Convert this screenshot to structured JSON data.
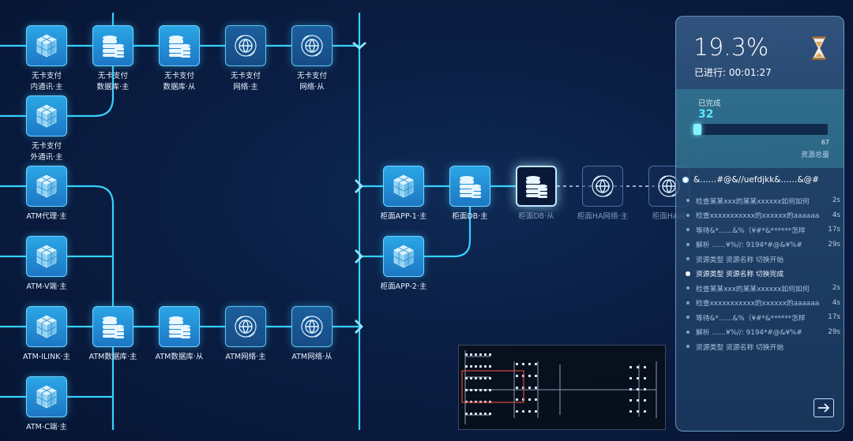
{
  "topology": {
    "rows": [
      {
        "name": "cardless-internal",
        "lines": [
          "无卡支付",
          "内通讯·主"
        ],
        "type": "cube"
      },
      {
        "name": "cardless-db-primary",
        "lines": [
          "无卡支付",
          "数据库·主"
        ],
        "type": "db"
      },
      {
        "name": "cardless-db-replica",
        "lines": [
          "无卡支付",
          "数据库·从"
        ],
        "type": "db"
      },
      {
        "name": "cardless-net-primary",
        "lines": [
          "无卡支付",
          "网络·主"
        ],
        "type": "net"
      },
      {
        "name": "cardless-net-replica",
        "lines": [
          "无卡支付",
          "网络·从"
        ],
        "type": "net"
      },
      {
        "name": "cardless-external",
        "lines": [
          "无卡支付",
          "外通讯·主"
        ],
        "type": "cube"
      },
      {
        "name": "atm-proxy",
        "lines": [
          "ATM代理·主"
        ],
        "type": "cube"
      },
      {
        "name": "atm-v",
        "lines": [
          "ATM-V端·主"
        ],
        "type": "cube"
      },
      {
        "name": "atm-ilink",
        "lines": [
          "ATM-ILINK·主"
        ],
        "type": "cube"
      },
      {
        "name": "atm-db-primary",
        "lines": [
          "ATM数据库·主"
        ],
        "type": "db"
      },
      {
        "name": "atm-db-replica",
        "lines": [
          "ATM数据库·从"
        ],
        "type": "db"
      },
      {
        "name": "atm-net-primary",
        "lines": [
          "ATM网络·主"
        ],
        "type": "net"
      },
      {
        "name": "atm-net-replica",
        "lines": [
          "ATM网络·从"
        ],
        "type": "net"
      },
      {
        "name": "atm-c",
        "lines": [
          "ATM-C端·主"
        ],
        "type": "cube"
      },
      {
        "name": "counter-app-1",
        "lines": [
          "柜面APP-1·主"
        ],
        "type": "cube"
      },
      {
        "name": "counter-db-primary",
        "lines": [
          "柜面DB·主"
        ],
        "type": "db"
      },
      {
        "name": "counter-db-replica",
        "lines": [
          "柜面DB·从"
        ],
        "type": "db"
      },
      {
        "name": "counter-ha-net",
        "lines": [
          "柜面HA网络·主"
        ],
        "type": "net"
      },
      {
        "name": "counter-ha-net-2",
        "lines": [
          "柜面HA网"
        ],
        "type": "net"
      },
      {
        "name": "counter-app-2",
        "lines": [
          "柜面APP-2·主"
        ],
        "type": "cube"
      }
    ]
  },
  "panel": {
    "progress_pct": "19.3%",
    "progress_fraction": 0.193,
    "elapsed_label": "已进行:",
    "elapsed_time": "00:01:27",
    "completed_label": "已完成",
    "completed_count": "32",
    "total_count": "67",
    "total_label": "资源总量",
    "completed_fraction": 0.06,
    "log_title": "&……#@&//uefdjkk&……&@#",
    "log": [
      {
        "text": "检查某某xxx的某某xxxxxx如何如何",
        "dur": "2s",
        "milestone": false
      },
      {
        "text": "检查xxxxxxxxxxx的xxxxxx的aaaaaaa",
        "dur": "4s",
        "milestone": false
      },
      {
        "text": "等待&*……&%（¥#*&******怎样",
        "dur": "17s",
        "milestone": false
      },
      {
        "text": "解析 ……¥%//:  9194*#@&¥%#",
        "dur": "29s",
        "milestone": false
      },
      {
        "text": "资源类型 资源名称 切换开始",
        "dur": "",
        "milestone": false
      },
      {
        "text": "资源类型 资源名称 切换完成",
        "dur": "",
        "milestone": true
      },
      {
        "text": "检查某某xxx的某某xxxxxx如何如何",
        "dur": "2s",
        "milestone": false
      },
      {
        "text": "检查xxxxxxxxxxx的xxxxxx的aaaaaaa",
        "dur": "4s",
        "milestone": false
      },
      {
        "text": "等待&*……&%（¥#*&******怎样",
        "dur": "17s",
        "milestone": false
      },
      {
        "text": "解析 ……¥%//:  9194*#@&¥%#",
        "dur": "29s",
        "milestone": false
      },
      {
        "text": "资源类型 资源名称 切换开始",
        "dur": "",
        "milestone": false
      }
    ]
  },
  "colors": {
    "line": "#35d2ff",
    "accent": "#7ff3ff"
  },
  "icons": {
    "next": "arrow-right-icon",
    "timer": "hourglass-icon"
  }
}
